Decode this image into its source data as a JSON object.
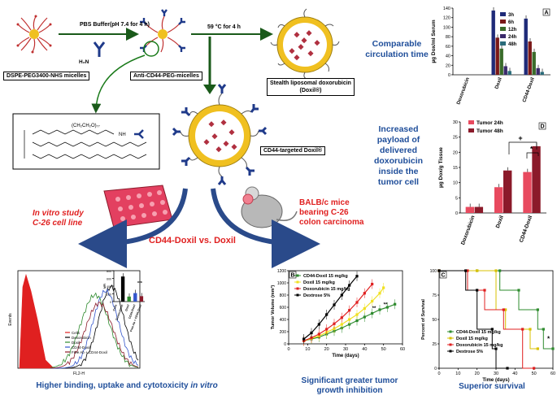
{
  "top": {
    "pbs_step": "PBS Buffer(pH 7.4 for 4 h)",
    "heat_step": "59 °C for 4 h",
    "micelle_label": "DSPE-PEG3400-NHS micelles",
    "anti_label": "Anti-CD44-PEG-micelles",
    "stealth_label_1": "Stealth liposomal doxorubicin",
    "stealth_label_2": "(Doxil®)",
    "targeted_label": "CD44-targeted Doxil®",
    "nh2": "H₂N"
  },
  "middle": {
    "invitro_1": "In vitro study",
    "invitro_2": "C-26 cell line",
    "balb_1": "BALB/c mice",
    "balb_2": "bearing C-26",
    "balb_3": "colon carcinoma",
    "versus": "CD44-Doxil vs. Doxil"
  },
  "right_text": {
    "circ_1": "Comparable",
    "circ_2": "circulation time",
    "pay_1": "Increased",
    "pay_2": "payload of",
    "pay_3": "delivered",
    "pay_4": "doxorubicin",
    "pay_5": "inside the",
    "pay_6": "tumor cell"
  },
  "chart_data": [
    {
      "type": "bar",
      "panel": "A",
      "ylabel": "µg Dox/ml Serum",
      "ylim": [
        0,
        140
      ],
      "yticks": [
        "0",
        "20",
        "40",
        "60",
        "80",
        "100",
        "120",
        "140"
      ],
      "categories": [
        "Doxorubicin",
        "Doxil",
        "CD44-Doxil"
      ],
      "series": [
        {
          "name": "3h",
          "color": "#1e2a78",
          "values": [
            0,
            135,
            118
          ]
        },
        {
          "name": "6h",
          "color": "#7a1818",
          "values": [
            0,
            78,
            70
          ]
        },
        {
          "name": "12h",
          "color": "#3a6b2a",
          "values": [
            0,
            55,
            48
          ]
        },
        {
          "name": "24h",
          "color": "#3a2a6b",
          "values": [
            0,
            18,
            14
          ]
        },
        {
          "name": "48h",
          "color": "#2a6b7a",
          "values": [
            0,
            8,
            6
          ]
        }
      ]
    },
    {
      "type": "bar",
      "panel": "D",
      "ylabel": "µg Dox/g Tissue",
      "ylim": [
        0,
        30
      ],
      "yticks": [
        "0",
        "5",
        "10",
        "15",
        "20",
        "25",
        "30"
      ],
      "categories": [
        "Doxorubicin",
        "Doxil",
        "CD44-Doxil"
      ],
      "series": [
        {
          "name": "Tumor 24h",
          "color": "#e84a5f",
          "values": [
            2,
            8.5,
            13.5
          ]
        },
        {
          "name": "Tumor 48h",
          "color": "#8b1a2a",
          "values": [
            2,
            14,
            22
          ]
        }
      ],
      "annotations": [
        "+",
        "*"
      ]
    },
    {
      "type": "bar",
      "panel": "inset",
      "ylabel": "MFI",
      "ylim": [
        0,
        800
      ],
      "yticks": [
        "0",
        "200",
        "400",
        "600",
        "800"
      ],
      "categories": [
        "Cells",
        "Doxorubicin",
        "Doxil",
        "CD44-Doxil",
        "Free Ab + CD44-Doxil"
      ],
      "values": [
        0,
        650,
        130,
        220,
        140
      ],
      "colors": [
        "#000000",
        "#000000",
        "#2e8b2e",
        "#3355cc",
        "#8b1a2a"
      ],
      "annotations": [
        "***"
      ]
    },
    {
      "type": "line",
      "panel": "histogram",
      "ylabel": "Events",
      "xlabel": "FL2-H",
      "legend": [
        "Cells",
        "Doxorubicin",
        "Doxil",
        "CD44-Doxil",
        "Free Ab + CD44-Doxil"
      ],
      "colors": [
        "#e02020",
        "#000000",
        "#2e8b2e",
        "#3355cc",
        "#8b1a2a"
      ]
    },
    {
      "type": "line",
      "panel": "B",
      "ylabel": "Tumor Volume (mm³)",
      "xlabel": "Time (days)",
      "xlim": [
        0,
        60
      ],
      "ylim": [
        0,
        1200
      ],
      "xticks": [
        "0",
        "10",
        "20",
        "30",
        "40",
        "50",
        "60"
      ],
      "yticks": [
        "0",
        "200",
        "400",
        "600",
        "800",
        "1000",
        "1200"
      ],
      "series": [
        {
          "name": "CD44-Doxil 15 mg/kg",
          "color": "#2e8b2e",
          "x": [
            8,
            12,
            16,
            20,
            24,
            28,
            32,
            36,
            40,
            44,
            48,
            52,
            56
          ],
          "y": [
            50,
            80,
            110,
            160,
            210,
            260,
            320,
            380,
            440,
            500,
            560,
            600,
            650
          ]
        },
        {
          "name": "Doxil 15 mg/kg",
          "color": "#f0e020",
          "x": [
            8,
            12,
            16,
            20,
            24,
            28,
            32,
            36,
            40,
            44,
            48,
            50
          ],
          "y": [
            50,
            90,
            130,
            190,
            250,
            320,
            400,
            480,
            580,
            700,
            830,
            920
          ]
        },
        {
          "name": "Doxorubicin 15 mg/kg",
          "color": "#e02020",
          "x": [
            8,
            12,
            16,
            20,
            24,
            28,
            32,
            36,
            40,
            44
          ],
          "y": [
            50,
            100,
            160,
            240,
            330,
            430,
            550,
            680,
            830,
            980
          ]
        },
        {
          "name": "Dextrose 5%",
          "color": "#000000",
          "x": [
            8,
            12,
            16,
            20,
            24,
            28,
            32,
            36
          ],
          "y": [
            80,
            180,
            320,
            480,
            640,
            800,
            960,
            1110
          ]
        }
      ],
      "annotations": [
        "**",
        "**"
      ]
    },
    {
      "type": "line",
      "panel": "C",
      "ylabel": "Percent of Survival",
      "xlabel": "Time (days)",
      "xlim": [
        0,
        60
      ],
      "ylim": [
        0,
        100
      ],
      "xticks": [
        "0",
        "10",
        "20",
        "30",
        "40",
        "50",
        "60"
      ],
      "yticks": [
        "0",
        "25",
        "50",
        "75",
        "100"
      ],
      "series": [
        {
          "name": "CD44-Doxil 15 mg/kg",
          "color": "#2e8b2e",
          "x": [
            0,
            20,
            20,
            32,
            32,
            42,
            42,
            52,
            52,
            55,
            55,
            60
          ],
          "y": [
            100,
            100,
            100,
            100,
            80,
            80,
            60,
            60,
            40,
            40,
            20,
            20
          ]
        },
        {
          "name": "Doxil 15 mg/kg",
          "color": "#d8c000",
          "x": [
            0,
            20,
            20,
            30,
            30,
            35,
            35,
            48,
            48,
            52
          ],
          "y": [
            100,
            100,
            100,
            100,
            60,
            60,
            40,
            40,
            20,
            20
          ]
        },
        {
          "name": "Doxorubicin 15 mg/kg",
          "color": "#e02020",
          "x": [
            0,
            15,
            15,
            24,
            24,
            34,
            34,
            44,
            44,
            50
          ],
          "y": [
            100,
            100,
            80,
            80,
            60,
            60,
            40,
            40,
            0,
            0
          ]
        },
        {
          "name": "Dextrose 5%",
          "color": "#000000",
          "x": [
            0,
            14,
            14,
            20,
            20,
            28,
            28,
            30,
            30,
            36
          ],
          "y": [
            100,
            100,
            80,
            80,
            40,
            40,
            20,
            20,
            0,
            0
          ]
        }
      ],
      "annotations": [
        "*"
      ]
    }
  ],
  "captions": {
    "binding_1": "Higher binding, uptake and cytotoxicity ",
    "binding_2": "in vitro",
    "growth_1": "Significant greater tumor",
    "growth_2": "growth inhibition",
    "survival": "Superior survival"
  }
}
